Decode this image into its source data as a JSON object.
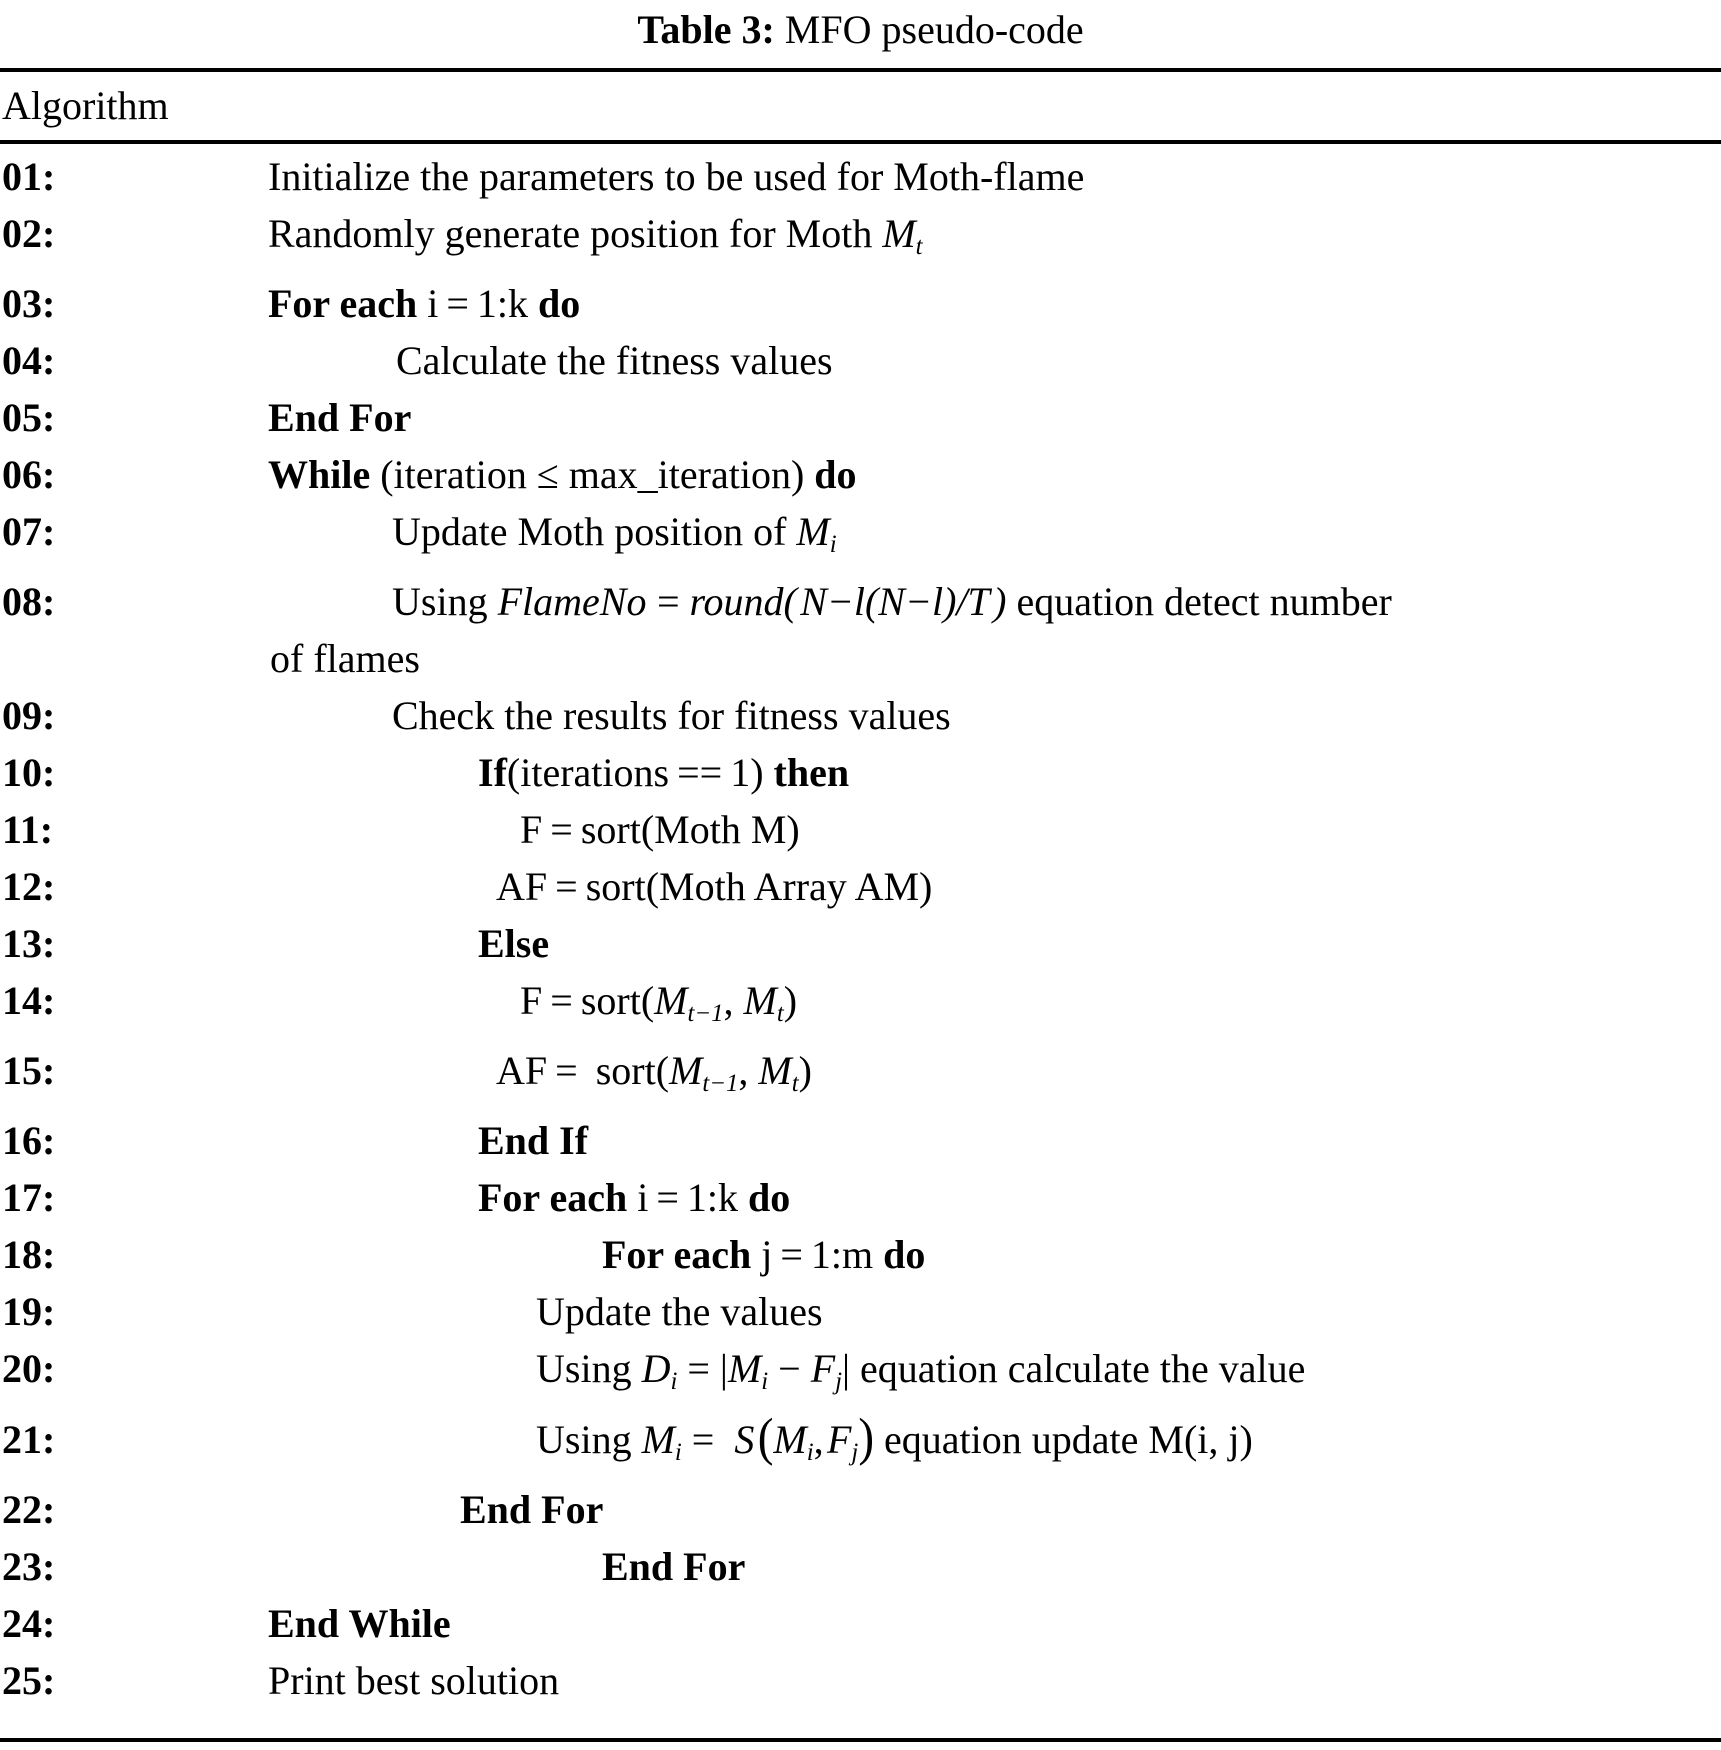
{
  "caption": {
    "label": "Table 3:",
    "text": "MFO pseudo-code"
  },
  "column_header": "Algorithm",
  "rows": [
    {
      "num": "01:",
      "indent": 0,
      "text": "Initialize the parameters to be used for Moth-flame"
    },
    {
      "num": "02:",
      "indent": 0,
      "text": "Randomly generate position for Moth Mt"
    },
    {
      "num": "03:",
      "indent": 0,
      "text": "For each i = 1:k do"
    },
    {
      "num": "04:",
      "indent": 1,
      "text": "Calculate the fitness values"
    },
    {
      "num": "05:",
      "indent": 0,
      "text": "End For"
    },
    {
      "num": "06:",
      "indent": 0,
      "text": "While (iteration ≤ max_iteration) do"
    },
    {
      "num": "07:",
      "indent": 2,
      "text": "Update Moth position of Mi"
    },
    {
      "num": "08:",
      "indent": 2,
      "text": "Using FlameNo = round(N−l(N−l)/T) equation detect number",
      "wrap": "of flames"
    },
    {
      "num": "09:",
      "indent": 2,
      "text": "Check the results for fitness values"
    },
    {
      "num": "10:",
      "indent": 3,
      "text": "If(iterations == 1) then"
    },
    {
      "num": "11:",
      "indent": 4,
      "text": "F = sort(Moth M)"
    },
    {
      "num": "12:",
      "indent": 5,
      "text": "AF = sort(Moth Array AM)"
    },
    {
      "num": "13:",
      "indent": 3,
      "text": "Else"
    },
    {
      "num": "14:",
      "indent": 4,
      "text": "F = sort(Mt−1, Mt)"
    },
    {
      "num": "15:",
      "indent": 5,
      "text": "AF =  sort(Mt−1, Mt)"
    },
    {
      "num": "16:",
      "indent": 3,
      "text": "End If"
    },
    {
      "num": "17:",
      "indent": 3,
      "text": "For each i = 1:k do"
    },
    {
      "num": "18:",
      "indent": 6,
      "text": "For each j = 1:m do"
    },
    {
      "num": "19:",
      "indent": 7,
      "text": "Update the values"
    },
    {
      "num": "20:",
      "indent": 7,
      "text": "Using Di = |Mi − Fj| equation calculate the value"
    },
    {
      "num": "21:",
      "indent": 7,
      "text": "Using Mi =  S (Mi, Fj) equation update M(i, j)"
    },
    {
      "num": "22:",
      "indent": 8,
      "text": "End For"
    },
    {
      "num": "23:",
      "indent": 6,
      "text": "End For"
    },
    {
      "num": "24:",
      "indent": 0,
      "text": "End While"
    },
    {
      "num": "25:",
      "indent": 0,
      "text": "Print best solution"
    }
  ],
  "colors": {
    "text": "#000000",
    "background": "#ffffff",
    "rule": "#000000"
  }
}
